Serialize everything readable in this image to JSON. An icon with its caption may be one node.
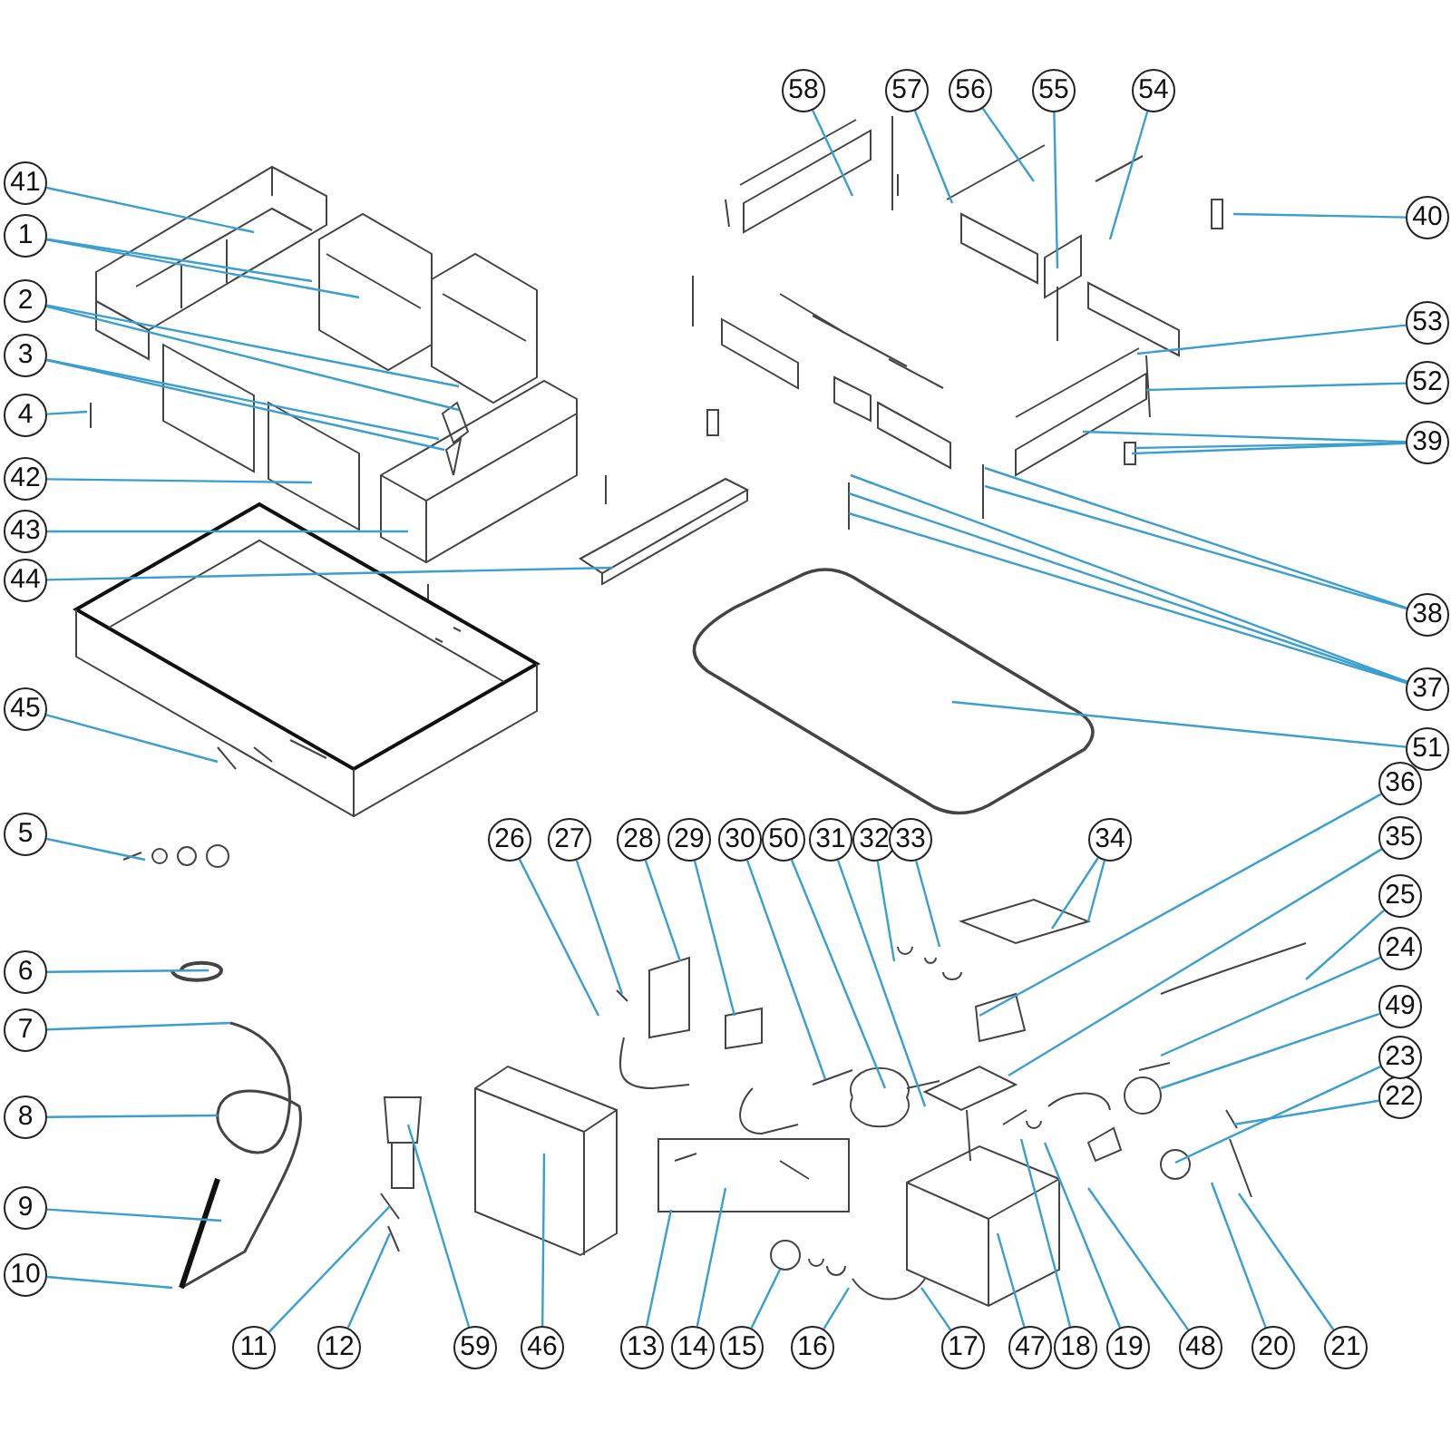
{
  "diagram": {
    "nodes": [
      {
        "text": [
          "1"
        ]
      },
      {
        "text": [
          "2"
        ]
      },
      {
        "text": [
          "3"
        ]
      },
      {
        "text": [
          "4"
        ]
      },
      {
        "text": [
          "5"
        ]
      },
      {
        "text": [
          "6"
        ]
      },
      {
        "text": [
          "7"
        ]
      },
      {
        "text": [
          "8"
        ]
      },
      {
        "text": [
          "9"
        ]
      },
      {
        "text": [
          "10"
        ]
      },
      {
        "text": [
          "11"
        ]
      },
      {
        "text": [
          "12"
        ]
      },
      {
        "text": [
          "13"
        ]
      },
      {
        "text": [
          "14"
        ]
      },
      {
        "text": [
          "15"
        ]
      },
      {
        "text": [
          "16"
        ]
      },
      {
        "text": [
          "17"
        ]
      },
      {
        "text": [
          "18"
        ]
      },
      {
        "text": [
          "19"
        ]
      },
      {
        "text": [
          "20"
        ]
      },
      {
        "text": [
          "21"
        ]
      },
      {
        "text": [
          "22"
        ]
      },
      {
        "text": [
          "23"
        ]
      },
      {
        "text": [
          "24"
        ]
      },
      {
        "text": [
          "25"
        ]
      },
      {
        "text": [
          "26"
        ]
      },
      {
        "text": [
          "27"
        ]
      },
      {
        "text": [
          "28"
        ]
      },
      {
        "text": [
          "29"
        ]
      },
      {
        "text": [
          "30"
        ]
      },
      {
        "text": [
          "31"
        ]
      },
      {
        "text": [
          "32"
        ]
      },
      {
        "text": [
          "33"
        ]
      },
      {
        "text": [
          "34"
        ]
      },
      {
        "text": [
          "35"
        ]
      },
      {
        "text": [
          "36"
        ]
      },
      {
        "text": [
          "37"
        ]
      },
      {
        "text": [
          "38"
        ]
      },
      {
        "text": [
          "39"
        ]
      },
      {
        "text": [
          "40"
        ]
      },
      {
        "text": [
          "41"
        ]
      },
      {
        "text": [
          "42"
        ]
      },
      {
        "text": [
          "43"
        ]
      },
      {
        "text": [
          "44"
        ]
      },
      {
        "text": [
          "45"
        ]
      },
      {
        "text": [
          "46"
        ]
      },
      {
        "text": [
          "47"
        ]
      },
      {
        "text": [
          "48"
        ]
      },
      {
        "text": [
          "49"
        ]
      },
      {
        "text": [
          "50"
        ]
      },
      {
        "text": [
          "51"
        ]
      },
      {
        "text": [
          "52"
        ]
      },
      {
        "text": [
          "53"
        ]
      },
      {
        "text": [
          "54"
        ]
      },
      {
        "text": [
          "55"
        ]
      },
      {
        "text": [
          "56"
        ]
      },
      {
        "text": [
          "57"
        ]
      },
      {
        "text": [
          "58"
        ]
      },
      {
        "text": [
          "59"
        ]
      }
    ],
    "edges": [
      {
        "from": 0,
        "to": null,
        "arrow": "none"
      },
      {
        "from": 0,
        "to": null,
        "arrow": "none"
      },
      {
        "from": 1,
        "to": null,
        "arrow": "none"
      },
      {
        "from": 1,
        "to": null,
        "arrow": "none"
      },
      {
        "from": 2,
        "to": null,
        "arrow": "none"
      },
      {
        "from": 2,
        "to": null,
        "arrow": "none"
      },
      {
        "from": 3,
        "to": null,
        "arrow": "none"
      },
      {
        "from": 4,
        "to": null,
        "arrow": "none"
      },
      {
        "from": 5,
        "to": null,
        "arrow": "none"
      },
      {
        "from": 6,
        "to": null,
        "arrow": "none"
      },
      {
        "from": 7,
        "to": null,
        "arrow": "none"
      },
      {
        "from": 8,
        "to": null,
        "arrow": "none"
      },
      {
        "from": 9,
        "to": null,
        "arrow": "none"
      },
      {
        "from": 10,
        "to": null,
        "arrow": "none"
      },
      {
        "from": 11,
        "to": null,
        "arrow": "none"
      },
      {
        "from": 12,
        "to": null,
        "arrow": "none"
      },
      {
        "from": 13,
        "to": null,
        "arrow": "none"
      },
      {
        "from": 14,
        "to": null,
        "arrow": "none"
      },
      {
        "from": 15,
        "to": null,
        "arrow": "none"
      },
      {
        "from": 16,
        "to": null,
        "arrow": "none"
      },
      {
        "from": 17,
        "to": null,
        "arrow": "none"
      },
      {
        "from": 18,
        "to": null,
        "arrow": "none"
      },
      {
        "from": 19,
        "to": null,
        "arrow": "none"
      },
      {
        "from": 20,
        "to": null,
        "arrow": "none"
      },
      {
        "from": 21,
        "to": null,
        "arrow": "none"
      },
      {
        "from": 22,
        "to": null,
        "arrow": "none"
      },
      {
        "from": 23,
        "to": null,
        "arrow": "none"
      },
      {
        "from": 24,
        "to": null,
        "arrow": "none"
      },
      {
        "from": 25,
        "to": null,
        "arrow": "none"
      },
      {
        "from": 26,
        "to": null,
        "arrow": "none"
      },
      {
        "from": 27,
        "to": null,
        "arrow": "none"
      },
      {
        "from": 28,
        "to": null,
        "arrow": "none"
      },
      {
        "from": 29,
        "to": null,
        "arrow": "none"
      },
      {
        "from": 30,
        "to": null,
        "arrow": "none"
      },
      {
        "from": 31,
        "to": null,
        "arrow": "none"
      },
      {
        "from": 32,
        "to": null,
        "arrow": "none"
      },
      {
        "from": 33,
        "to": null,
        "arrow": "none"
      },
      {
        "from": 33,
        "to": null,
        "arrow": "none"
      },
      {
        "from": 34,
        "to": null,
        "arrow": "none"
      },
      {
        "from": 35,
        "to": null,
        "arrow": "none"
      },
      {
        "from": 36,
        "to": null,
        "arrow": "none"
      },
      {
        "from": 36,
        "to": null,
        "arrow": "none"
      },
      {
        "from": 36,
        "to": null,
        "arrow": "none"
      },
      {
        "from": 37,
        "to": null,
        "arrow": "none"
      },
      {
        "from": 37,
        "to": null,
        "arrow": "none"
      },
      {
        "from": 38,
        "to": null,
        "arrow": "none"
      },
      {
        "from": 38,
        "to": null,
        "arrow": "none"
      },
      {
        "from": 38,
        "to": null,
        "arrow": "none"
      },
      {
        "from": 39,
        "to": null,
        "arrow": "none"
      },
      {
        "from": 40,
        "to": null,
        "arrow": "none"
      },
      {
        "from": 41,
        "to": null,
        "arrow": "none"
      },
      {
        "from": 42,
        "to": null,
        "arrow": "none"
      },
      {
        "from": 43,
        "to": null,
        "arrow": "none"
      },
      {
        "from": 44,
        "to": null,
        "arrow": "none"
      },
      {
        "from": 45,
        "to": null,
        "arrow": "none"
      },
      {
        "from": 46,
        "to": null,
        "arrow": "none"
      },
      {
        "from": 47,
        "to": null,
        "arrow": "none"
      },
      {
        "from": 48,
        "to": null,
        "arrow": "none"
      },
      {
        "from": 49,
        "to": null,
        "arrow": "none"
      },
      {
        "from": 50,
        "to": null,
        "arrow": "none"
      },
      {
        "from": 51,
        "to": null,
        "arrow": "none"
      },
      {
        "from": 52,
        "to": null,
        "arrow": "none"
      },
      {
        "from": 53,
        "to": null,
        "arrow": "none"
      },
      {
        "from": 54,
        "to": null,
        "arrow": "none"
      },
      {
        "from": 55,
        "to": null,
        "arrow": "none"
      },
      {
        "from": 56,
        "to": null,
        "arrow": "none"
      },
      {
        "from": 57,
        "to": null,
        "arrow": "none"
      },
      {
        "from": 58,
        "to": null,
        "arrow": "none"
      }
    ]
  }
}
